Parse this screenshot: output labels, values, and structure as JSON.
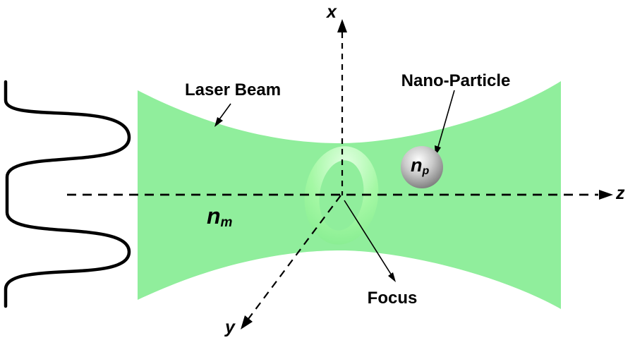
{
  "labels": {
    "laser_beam": "Laser Beam",
    "nano_particle": "Nano-Particle",
    "focus": "Focus",
    "axis_x": "x",
    "axis_y": "y",
    "axis_z": "z",
    "medium_index": {
      "base": "n",
      "sub": "m"
    },
    "particle_index": {
      "base": "n",
      "sub": "p"
    }
  },
  "colors": {
    "beam_green": "#90EE9C",
    "ring_highlight": "#E2FFE2",
    "ring_mid": "#A4F8A4",
    "ring_edge": "#7FEA8C",
    "sphere_light": "#FDFDFD",
    "sphere_mid": "#CACACA",
    "sphere_dark": "#707070",
    "ink": "#000000",
    "background": "#FFFFFF"
  }
}
